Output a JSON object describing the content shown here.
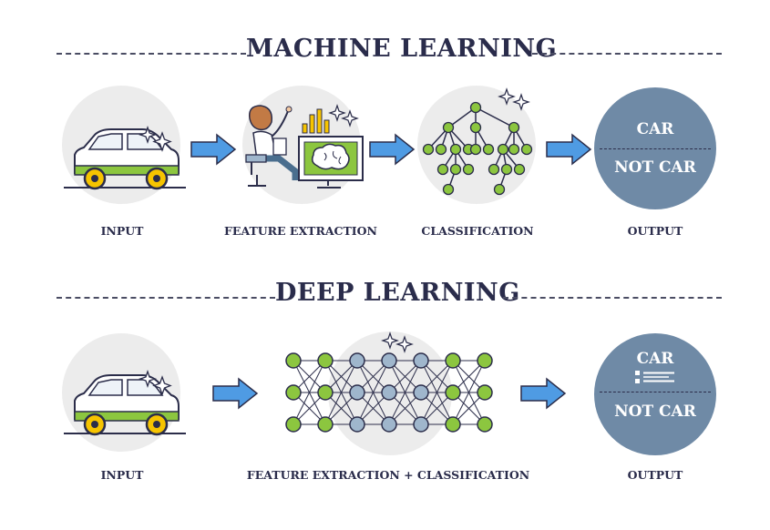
{
  "sections": {
    "ml": {
      "title": "MACHINE LEARNING",
      "steps": [
        "INPUT",
        "FEATURE EXTRACTION",
        "CLASSIFICATION",
        "OUTPUT"
      ],
      "output": {
        "positive": "CAR",
        "negative": "NOT CAR"
      }
    },
    "dl": {
      "title": "DEEP LEARNING",
      "steps": [
        "INPUT",
        "FEATURE EXTRACTION + CLASSIFICATION",
        "OUTPUT"
      ],
      "output": {
        "positive": "CAR",
        "negative": "NOT CAR"
      }
    }
  },
  "colors": {
    "title": "#2a2c4b",
    "arrow": "#4f9be3",
    "output_circle": "#6f8aa6",
    "background_circle": "#ececec",
    "green_accent": "#8cc63f",
    "node_blue": "#9fb6cc"
  },
  "icons": [
    "car-icon",
    "sparkle-icon",
    "person-at-computer-icon",
    "brain-icon",
    "bar-chart-icon",
    "decision-tree-icon",
    "neural-network-icon",
    "list-icon",
    "arrow-right-icon"
  ]
}
